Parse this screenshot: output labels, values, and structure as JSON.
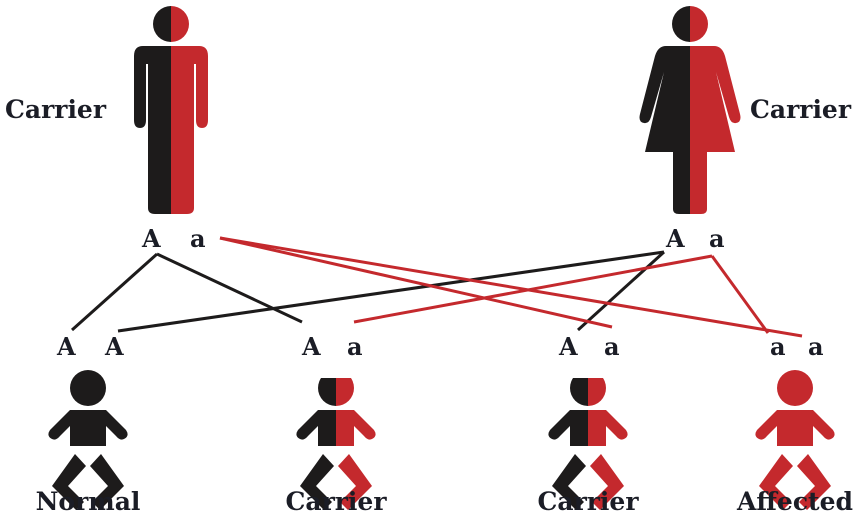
{
  "title": "Autosomal recessive inheritance",
  "colors": {
    "dominant": "#1d1b1b",
    "recessive": "#c4292d"
  },
  "parents": [
    {
      "role": "father",
      "label": "Carrier",
      "alleles": [
        "A",
        "a"
      ]
    },
    {
      "role": "mother",
      "label": "Carrier",
      "alleles": [
        "A",
        "a"
      ]
    }
  ],
  "children": [
    {
      "label": "Normal",
      "alleles": [
        "A",
        "A"
      ]
    },
    {
      "label": "Carrier",
      "alleles": [
        "A",
        "a"
      ]
    },
    {
      "label": "Carrier",
      "alleles": [
        "A",
        "a"
      ]
    },
    {
      "label": "Affected",
      "alleles": [
        "a",
        "a"
      ]
    }
  ]
}
